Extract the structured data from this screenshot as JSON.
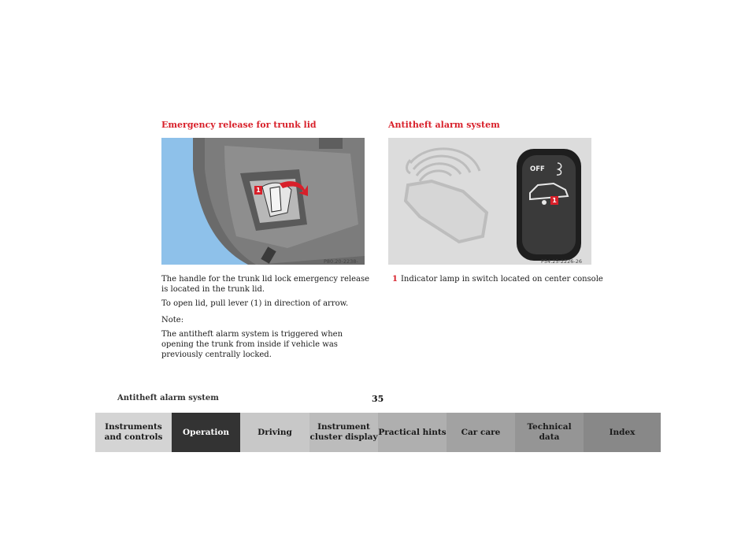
{
  "left": {
    "heading": "Emergency release for trunk lid",
    "figure_code": "P80.20-2238-26",
    "callout": "1",
    "para1": "The handle for the trunk lid lock emergency release is located in the trunk lid.",
    "para2": "To open lid, pull lever (1) in direction of arrow.",
    "note_label": "Note:",
    "note_text": "The antitheft alarm system is triggered when opening the trunk from inside if vehicle was previously centrally locked."
  },
  "right": {
    "heading": "Antitheft alarm system",
    "figure_code": "P54.25-2226-26",
    "switch_label": "OFF",
    "callout": "1",
    "legend_number": "1",
    "legend_text": "Indicator lamp in switch located on center console"
  },
  "footer": {
    "section_title": "Antitheft alarm system",
    "page_number": "35"
  },
  "nav": {
    "tabs": [
      {
        "label": "Instruments\nand controls",
        "bg": "#d4d4d4",
        "color": "#1a1a1a"
      },
      {
        "label": "Operation",
        "bg": "#333333",
        "color": "#ffffff"
      },
      {
        "label": "Driving",
        "bg": "#c8c8c8",
        "color": "#1a1a1a"
      },
      {
        "label": "Instrument\ncluster display",
        "bg": "#bcbcbc",
        "color": "#1a1a1a"
      },
      {
        "label": "Practical hints",
        "bg": "#afafaf",
        "color": "#1a1a1a"
      },
      {
        "label": "Car care",
        "bg": "#a2a2a2",
        "color": "#1a1a1a"
      },
      {
        "label": "Technical\ndata",
        "bg": "#959595",
        "color": "#1a1a1a"
      },
      {
        "label": "Index",
        "bg": "#888888",
        "color": "#1a1a1a"
      }
    ]
  },
  "colors": {
    "accent": "#d8202a",
    "sky": "#8ec1ea"
  }
}
